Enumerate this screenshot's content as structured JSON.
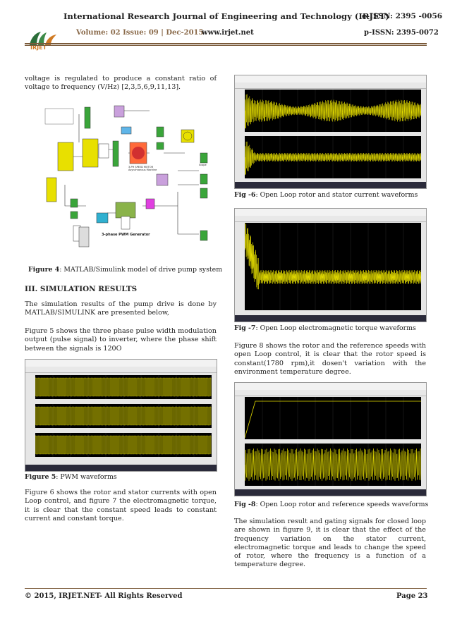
{
  "header": {
    "journal_title": "International Research Journal of Engineering and Technology (IRJET)",
    "eissn": "e-ISSN: 2395 -0056",
    "volume": "Volume: 02 Issue: 09 | Dec-2015",
    "url": "www.irjet.net",
    "pissn": "p-ISSN: 2395-0072",
    "logo_text": "IRJET"
  },
  "left_column": {
    "intro": "voltage is regulated to produce a constant ratio of voltage to frequency (V/Hz) [2,3,5,6,9,11,13].",
    "fig4_caption_label": "Figure 4",
    "fig4_caption_text": ":  MATLAB/Simulink model of drive pump system",
    "section_heading": "III.  SIMULATION RESULTS",
    "para1": "The simulation results of the pump drive is done by MATLAB/SIMULINK are presented below,",
    "para2": "Figure 5 shows the three phase pulse width modulation output (pulse signal) to inverter, where the phase shift between the signals is 120O",
    "fig5_caption_label": "Figure 5",
    "fig5_caption_text": ": PWM waveforms",
    "para3": "Figure 6 shows the rotor and stator currents with open Loop control, and figure 7 the electromagnetic torque, it is clear that the constant speed leads to constant current and constant torque."
  },
  "simulink": {
    "label_pwm": "3-phase PWM Generator",
    "label_motor": "3-PH SPEED MOTOR Asynchronous Machine",
    "label_scope": "Scope"
  },
  "right_column": {
    "fig6_caption_label": "Fig -6",
    "fig6_caption_text": ": Open Loop rotor and stator current waveforms",
    "fig7_caption_label": "Fig -7",
    "fig7_caption_text": ": Open Loop electromagnetic torque waveforms",
    "para4": "Figure 8 shows the rotor and the reference speeds with open Loop control, it is clear that the rotor speed is constant(1780 rpm),it dosen't variation with the environment temperature degree.",
    "fig8_caption_label": "Fig -8",
    "fig8_caption_text": ": Open Loop rotor and reference speeds waveforms",
    "para5": "The simulation result and gating signals for closed loop are shown in figure 9, it is clear that the effect of the frequency variation on the stator current, electromagnetic torque and leads to change the speed of rotor, where the frequency is a function of a temperature degree."
  },
  "footer": {
    "copyright": "© 2015, IRJET.NET- All Rights Reserved",
    "page": "Page 23"
  },
  "colors": {
    "accent_brown": "#7a5a3a",
    "logo_orange": "#d07a22",
    "trace_yellow": "#e8e000"
  }
}
